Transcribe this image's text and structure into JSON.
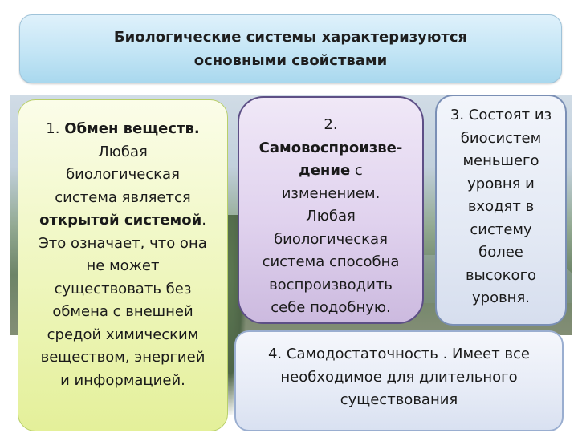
{
  "header": {
    "line1": "Биологические системы характеризуются",
    "line2": "основными свойствами"
  },
  "box1": {
    "num": "1. ",
    "title": "Обмен веществ.",
    "l1": "Любая",
    "l2": "биологическая",
    "l3": "система является",
    "l4_bold": "открытой системой",
    "l4_tail": ".",
    "l5": "Это означает, что она",
    "l6": "не может",
    "l7": "существовать без",
    "l8": "обмена с внешней",
    "l9": "средой химическим",
    "l10": "веществом, энергией",
    "l11": "и информацией."
  },
  "box2": {
    "l1": "2.",
    "l2_bold": "Самовоспроизве-",
    "l3_bold": "дение",
    "l3_tail": " с",
    "l4": "изменением.",
    "l5": "Любая",
    "l6": "биологическая",
    "l7": "система способна",
    "l8": "воспроизводить",
    "l9": "себе подобную."
  },
  "box3": {
    "l1": "3. Состоят из",
    "l2": "биосистем",
    "l3": "меньшего",
    "l4": "уровня и",
    "l5": "входят в",
    "l6": "систему",
    "l7": "более",
    "l8": "высокого",
    "l9": "уровня."
  },
  "box4": {
    "l1": "4. Самодостаточность . Имеет все",
    "l2": "необходимое для длительного",
    "l3": "существования"
  }
}
